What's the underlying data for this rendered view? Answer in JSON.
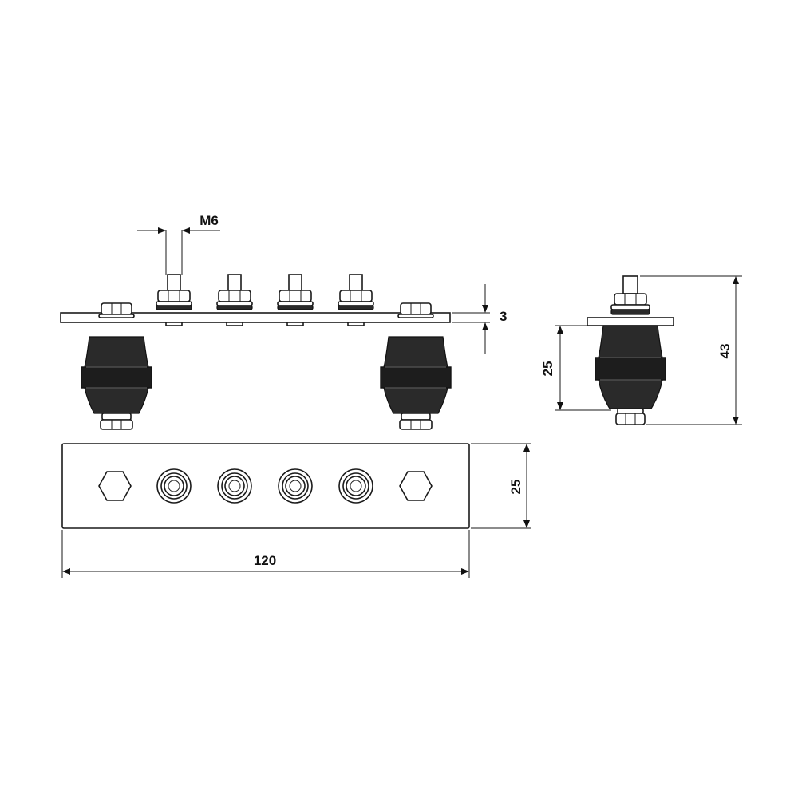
{
  "dimensions": {
    "thread": "M6",
    "plate_thickness": "3",
    "insulator_height": "25",
    "total_height": "43",
    "plate_width": "25",
    "plate_length": "120"
  },
  "colors": {
    "line": "#1a1a1a",
    "insulator": "#2a2a2a",
    "background": "#ffffff"
  }
}
